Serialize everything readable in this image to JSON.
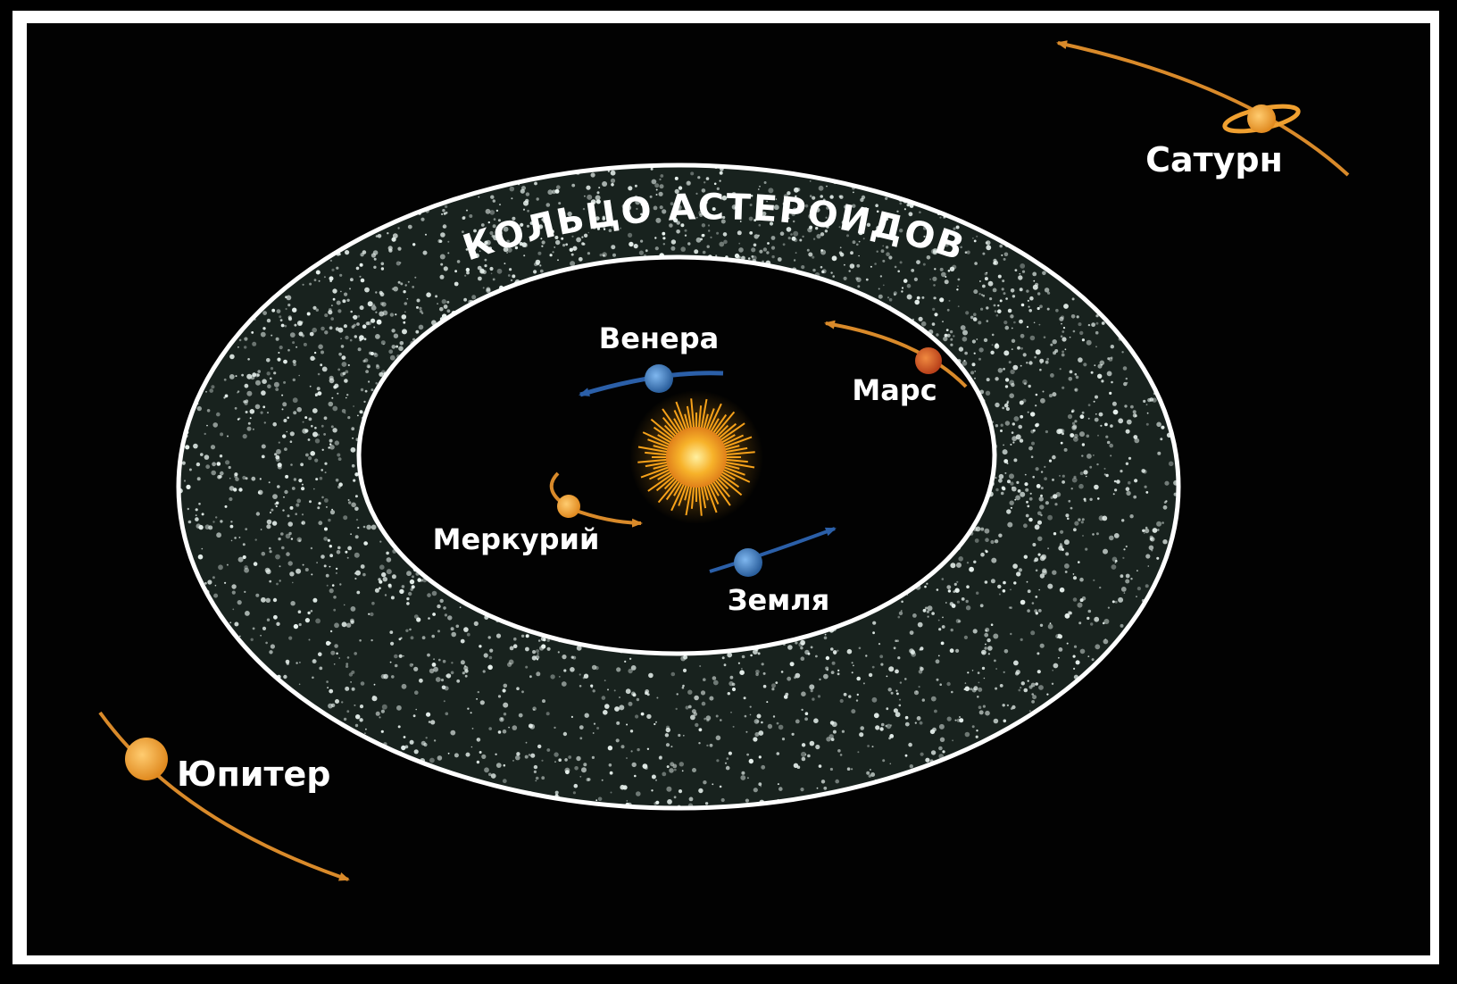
{
  "diagram": {
    "belt_label": "КОЛЬЦО АСТЕРОИДОВ",
    "planets": {
      "venus": "Венера",
      "mars": "Марс",
      "mercury": "Меркурий",
      "earth": "Земля",
      "jupiter": "Юпитер",
      "saturn": "Сатурн"
    },
    "colors": {
      "background": "#020202",
      "frame": "#ffffff",
      "belt": "#1a2420",
      "belt_speck": "#e8f2ee",
      "ring_line": "#ffffff",
      "sun": "#f7a21a",
      "orange_planet": "#f0a030",
      "mars": "#c8501e",
      "blue_planet": "#3d7fc2",
      "orbit_blue": "#2b5fa8",
      "orbit_orange": "#d98a2a"
    }
  }
}
